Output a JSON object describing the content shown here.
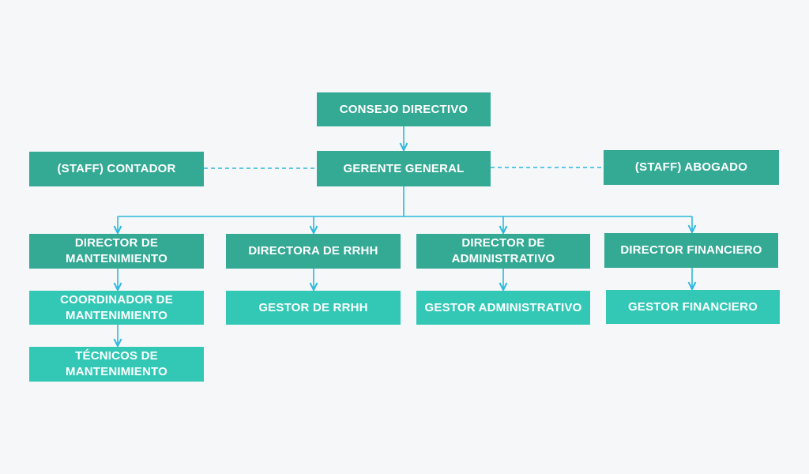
{
  "chart": {
    "colors": {
      "background": "#f5f7f9",
      "box_dark": "#34a994",
      "box_light": "#33c8b5",
      "connector": "#2bb9de",
      "text": "#ffffff"
    },
    "nodes": {
      "consejo": "CONSEJO DIRECTIVO",
      "gerente": "GERENTE GENERAL",
      "staff_contador": "(STAFF) CONTADOR",
      "staff_abogado": "(STAFF) ABOGADO",
      "dir_mantenimiento": "DIRECTOR DE MANTENIMIENTO",
      "dir_rrhh": "DIRECTORA DE RRHH",
      "dir_administrativo": "DIRECTOR DE ADMINISTRATIVO",
      "dir_financiero": "DIRECTOR FINANCIERO",
      "coord_mantenimiento": "COORDINADOR DE MANTENIMIENTO",
      "gestor_rrhh": "GESTOR DE RRHH",
      "gestor_administrativo": "GESTOR ADMINISTRATIVO",
      "gestor_financiero": "GESTOR FINANCIERO",
      "tecnicos_mantenimiento": "TÉCNICOS DE MANTENIMIENTO"
    }
  }
}
